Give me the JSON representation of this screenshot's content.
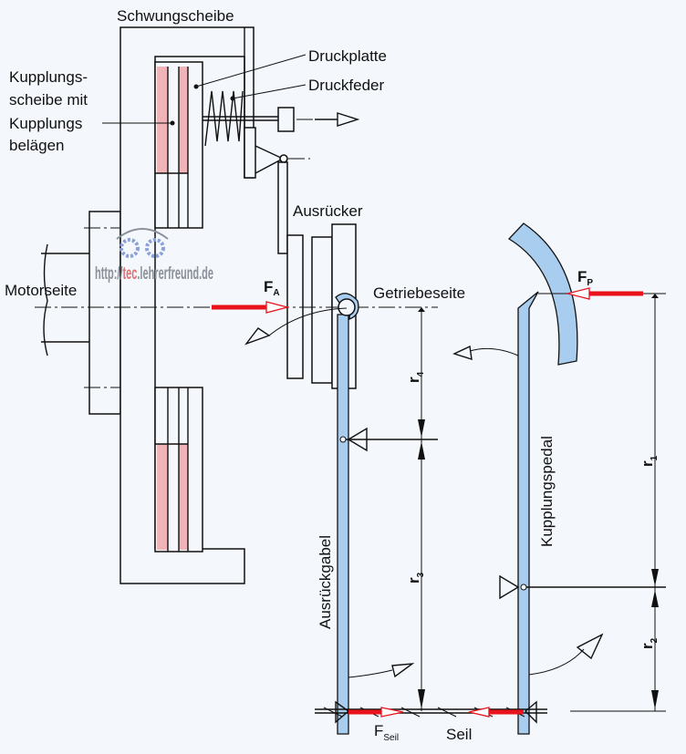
{
  "labels": {
    "flywheel": "Schwungscheibe",
    "pressure_plate": "Druckplatte",
    "pressure_spring": "Druckfeder",
    "clutch_disc": [
      "Kupplungs-",
      "scheibe mit",
      "Kupplungs",
      "belägen"
    ],
    "release_bearing": "Ausrücker",
    "engine_side": "Motorseite",
    "gearbox_side": "Getriebeseite",
    "release_fork": "Ausrückgabel",
    "clutch_pedal": "Kupplungspedal",
    "cable": "Seil"
  },
  "forces": {
    "fa": {
      "symbol": "F",
      "sub": "A"
    },
    "fp": {
      "symbol": "F",
      "sub": "P"
    },
    "fseil": {
      "symbol": "F",
      "sub": "Seil"
    }
  },
  "dimensions": {
    "r1": {
      "symbol": "r",
      "sub": "1"
    },
    "r2": {
      "symbol": "r",
      "sub": "2"
    },
    "r3": {
      "symbol": "r",
      "sub": "3"
    },
    "r4": {
      "symbol": "r",
      "sub": "4"
    }
  },
  "watermark": {
    "prefix": "http://",
    "accent": "tec",
    "suffix": ".lehrerfreund.de"
  },
  "colors": {
    "force": "#e8131b",
    "lever": "#a9cdee",
    "lining": "#f0b4b8"
  }
}
